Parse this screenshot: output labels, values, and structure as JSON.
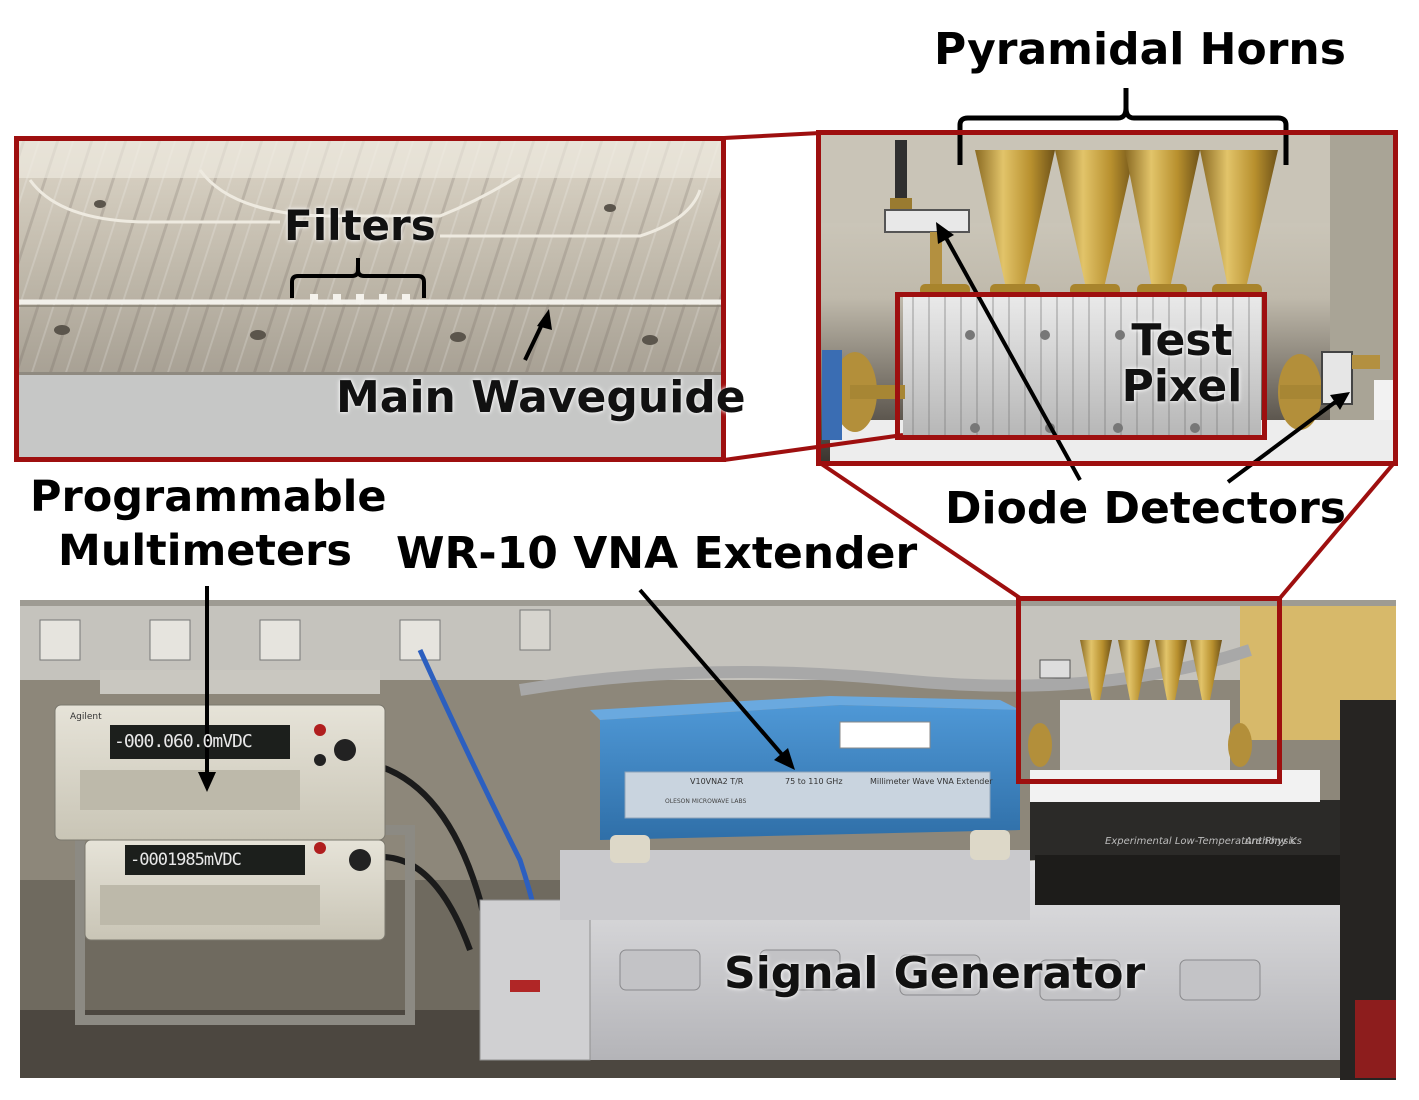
{
  "labels": {
    "pyramidal_horns": "Pyramidal Horns",
    "filters": "Filters",
    "main_waveguide": "Main Waveguide",
    "test_pixel_line1": "Test",
    "test_pixel_line2": "Pixel",
    "diode_detectors": "Diode Detectors",
    "programmable_line1": "Programmable",
    "programmable_line2": "Multimeters",
    "vna_extender": "WR-10 VNA Extender",
    "signal_generator": "Signal Generator"
  },
  "device_text": {
    "dmm1_reading": "-000.060.0mVDC",
    "dmm2_reading": "-0001985mVDC",
    "dmm_brand": "Agilent",
    "extender_model": "V10VNA2 T/R",
    "extender_range": "75 to 110 GHz",
    "extender_title": "Millimeter Wave VNA Extender",
    "extender_maker": "OLESON MICROWAVE LABS",
    "book_title": "Experimental Low-Temperature Physics",
    "book_author": "Anthony K"
  },
  "colors": {
    "frame_red": "#9e0f0f",
    "extender_blue": "#3f86c4",
    "horn_gold": "#c9a64a"
  }
}
